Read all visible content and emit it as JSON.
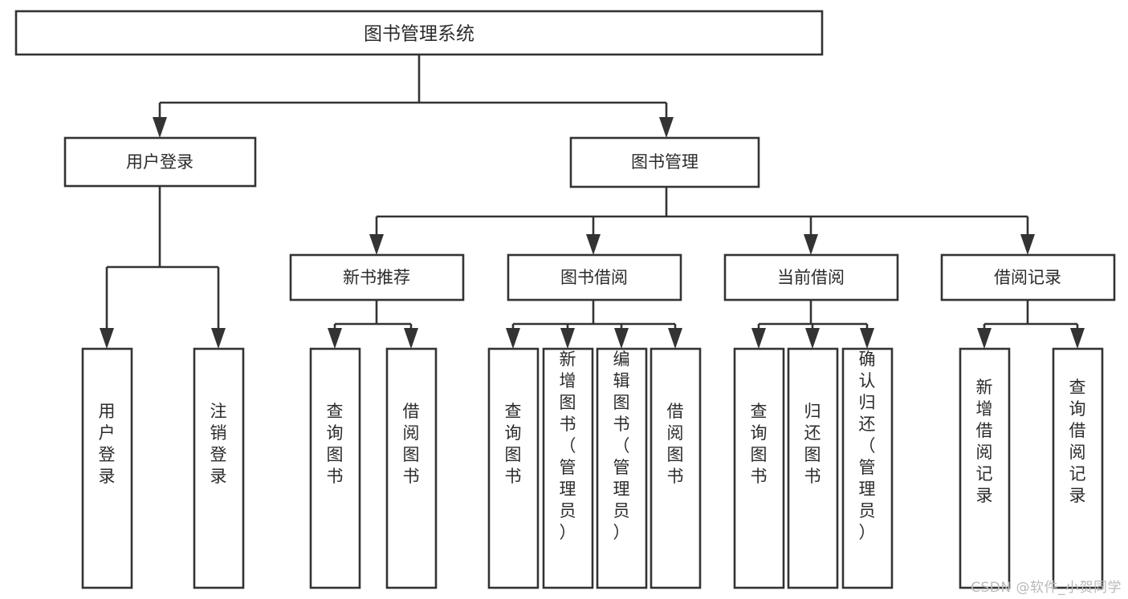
{
  "diagram": {
    "title": "图书管理系统",
    "watermark": "CSDN @软件_小贺同学",
    "colors": {
      "stroke": "#333333",
      "fill": "#ffffff",
      "text": "#2b2b2b",
      "background": "#ffffff",
      "watermark": "#b9b9b9"
    },
    "root": {
      "label": "图书管理系统"
    },
    "level2": [
      {
        "label": "用户登录"
      },
      {
        "label": "图书管理"
      }
    ],
    "level3": [
      {
        "label": "新书推荐"
      },
      {
        "label": "图书借阅"
      },
      {
        "label": "当前借阅"
      },
      {
        "label": "借阅记录"
      }
    ],
    "leaves": {
      "user_login": [
        {
          "label": "用户登录"
        },
        {
          "label": "注销登录"
        }
      ],
      "new_book_recommend": [
        {
          "label": "查询图书"
        },
        {
          "label": "借阅图书"
        }
      ],
      "book_borrow": [
        {
          "label": "查询图书"
        },
        {
          "label": "新增图书（管理员）"
        },
        {
          "label": "编辑图书（管理员）"
        },
        {
          "label": "借阅图书"
        }
      ],
      "current_borrow": [
        {
          "label": "查询图书"
        },
        {
          "label": "归还图书"
        },
        {
          "label": "确认归还（管理员）"
        }
      ],
      "borrow_record": [
        {
          "label": "新增借阅记录"
        },
        {
          "label": "查询借阅记录"
        }
      ]
    }
  },
  "chart_data": {
    "type": "table",
    "title": "图书管理系统 功能结构图",
    "nodes": [
      {
        "id": "root",
        "label": "图书管理系统",
        "level": 1,
        "parent": null
      },
      {
        "id": "user-login",
        "label": "用户登录",
        "level": 2,
        "parent": "root"
      },
      {
        "id": "book-manage",
        "label": "图书管理",
        "level": 2,
        "parent": "root"
      },
      {
        "id": "new-book",
        "label": "新书推荐",
        "level": 3,
        "parent": "book-manage"
      },
      {
        "id": "book-borrow",
        "label": "图书借阅",
        "level": 3,
        "parent": "book-manage"
      },
      {
        "id": "current-borrow",
        "label": "当前借阅",
        "level": 3,
        "parent": "book-manage"
      },
      {
        "id": "borrow-record",
        "label": "借阅记录",
        "level": 3,
        "parent": "book-manage"
      },
      {
        "id": "leaf-1",
        "label": "用户登录",
        "level": 4,
        "parent": "user-login"
      },
      {
        "id": "leaf-2",
        "label": "注销登录",
        "level": 4,
        "parent": "user-login"
      },
      {
        "id": "leaf-3",
        "label": "查询图书",
        "level": 4,
        "parent": "new-book"
      },
      {
        "id": "leaf-4",
        "label": "借阅图书",
        "level": 4,
        "parent": "new-book"
      },
      {
        "id": "leaf-5",
        "label": "查询图书",
        "level": 4,
        "parent": "book-borrow"
      },
      {
        "id": "leaf-6",
        "label": "新增图书（管理员）",
        "level": 4,
        "parent": "book-borrow"
      },
      {
        "id": "leaf-7",
        "label": "编辑图书（管理员）",
        "level": 4,
        "parent": "book-borrow"
      },
      {
        "id": "leaf-8",
        "label": "借阅图书",
        "level": 4,
        "parent": "book-borrow"
      },
      {
        "id": "leaf-9",
        "label": "查询图书",
        "level": 4,
        "parent": "current-borrow"
      },
      {
        "id": "leaf-10",
        "label": "归还图书",
        "level": 4,
        "parent": "current-borrow"
      },
      {
        "id": "leaf-11",
        "label": "确认归还（管理员）",
        "level": 4,
        "parent": "current-borrow"
      },
      {
        "id": "leaf-12",
        "label": "新增借阅记录",
        "level": 4,
        "parent": "borrow-record"
      },
      {
        "id": "leaf-13",
        "label": "查询借阅记录",
        "level": 4,
        "parent": "borrow-record"
      }
    ]
  }
}
